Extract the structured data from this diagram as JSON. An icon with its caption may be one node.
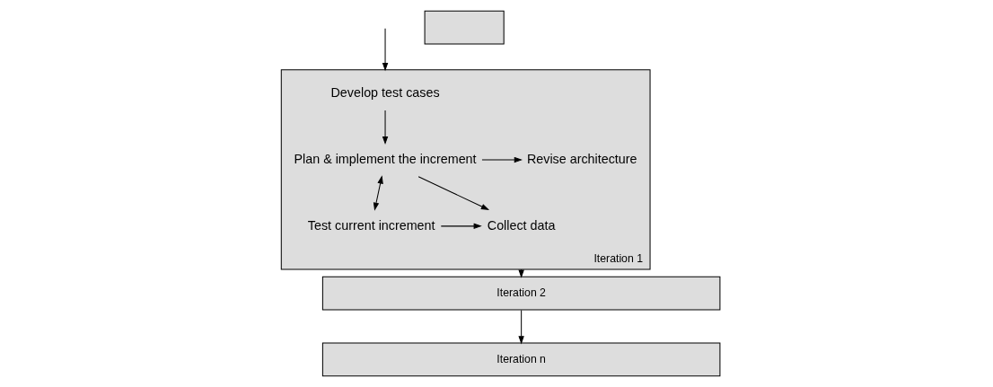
{
  "diagram": {
    "nodes": [
      {
        "text": [
          "Iteration 1"
        ]
      },
      {
        "text": [
          "Develop test cases"
        ],
        "in": 0
      },
      {
        "text": [
          "Plan & implement the increment"
        ],
        "in": 0
      },
      {
        "text": [
          "Test current increment"
        ],
        "in": 0
      },
      {
        "text": [
          "Revise architecture"
        ],
        "in": 0
      },
      {
        "text": [
          "Collect data"
        ],
        "in": 0
      },
      {
        "text": [
          "Iteration 2"
        ]
      },
      {
        "text": [
          "Iteration n"
        ]
      },
      {
        "text": [],
        "shape": "box"
      }
    ],
    "edges": [
      {
        "from": null,
        "to": 0,
        "arrow": "to"
      },
      {
        "from": 1,
        "to": 2,
        "arrow": "to"
      },
      {
        "from": 2,
        "to": 4,
        "arrow": "to"
      },
      {
        "from": 2,
        "to": 5,
        "arrow": "to"
      },
      {
        "from": 2,
        "to": 3,
        "arrow": "both"
      },
      {
        "from": 3,
        "to": 5,
        "arrow": "to"
      },
      {
        "from": 0,
        "to": 6,
        "arrow": "to"
      },
      {
        "from": 6,
        "to": 7,
        "arrow": "to"
      }
    ]
  }
}
